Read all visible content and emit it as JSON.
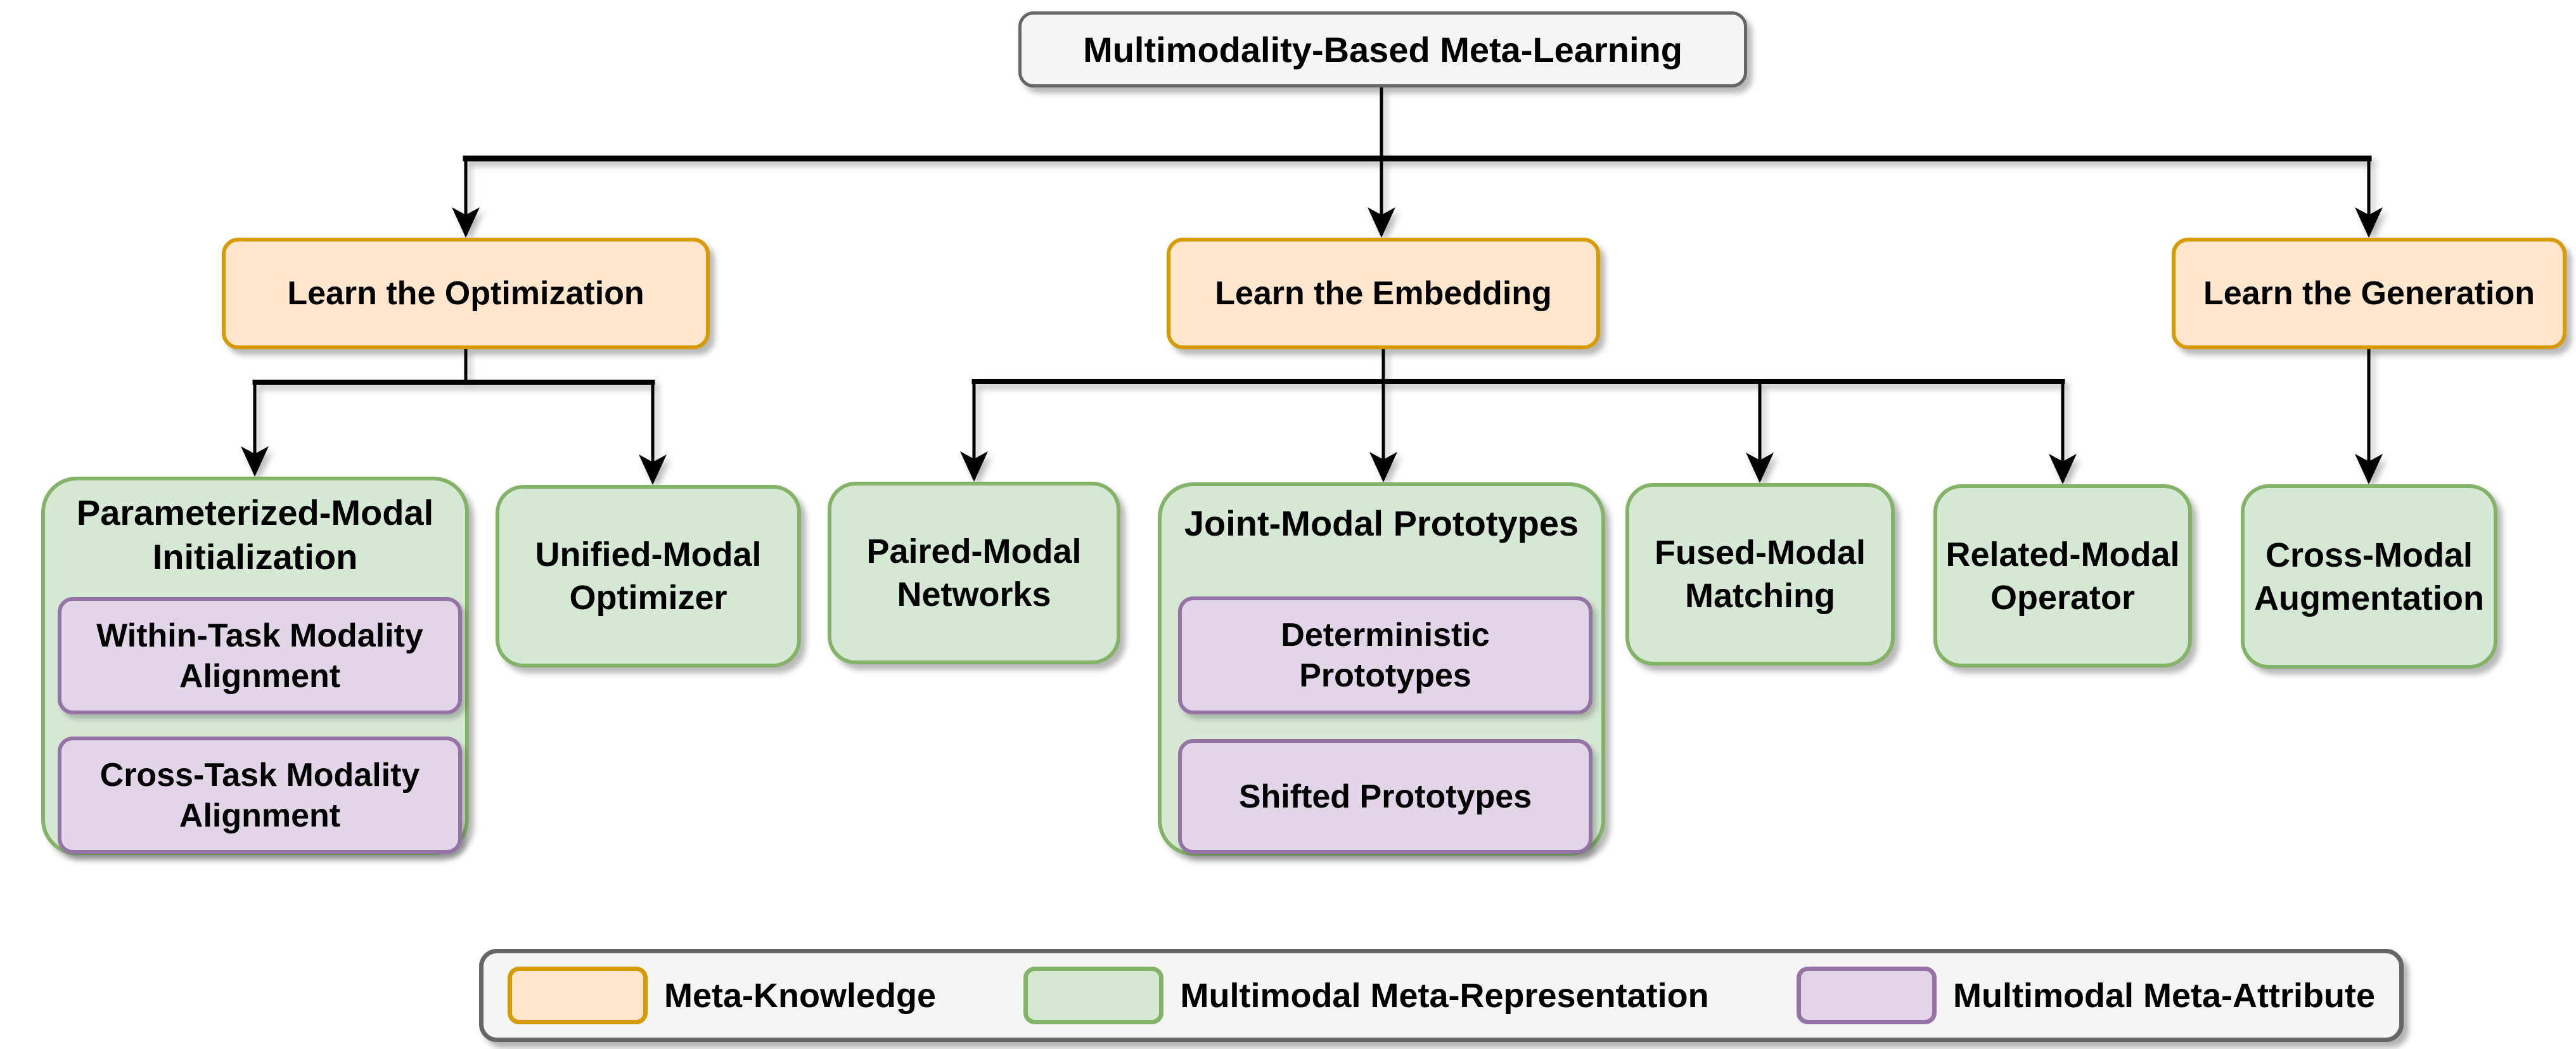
{
  "diagram": {
    "root_label": "Multimodality-Based Meta-Learning",
    "branches": [
      {
        "label": "Learn the Optimization",
        "children": [
          {
            "label": "Parameterized-Modal\nInitialization",
            "children": [
              "Within-Task Modality\nAlignment",
              "Cross-Task Modality\nAlignment"
            ]
          },
          {
            "label": "Unified-Modal\nOptimizer"
          }
        ]
      },
      {
        "label": "Learn the Embedding",
        "children": [
          {
            "label": "Paired-Modal\nNetworks"
          },
          {
            "label": "Joint-Modal Prototypes",
            "children": [
              "Deterministic\nPrototypes",
              "Shifted Prototypes"
            ]
          },
          {
            "label": "Fused-Modal\nMatching"
          },
          {
            "label": "Related-Modal\nOperator"
          }
        ]
      },
      {
        "label": "Learn the Generation",
        "children": [
          {
            "label": "Cross-Modal\nAugmentation"
          }
        ]
      }
    ],
    "legend": {
      "items": [
        {
          "swatch": "meta-knowledge",
          "label": "Meta-Knowledge"
        },
        {
          "swatch": "multimodal-meta-representation",
          "label": "Multimodal Meta-Representation"
        },
        {
          "swatch": "multimodal-meta-attribute",
          "label": "Multimodal Meta-Attribute"
        }
      ]
    },
    "colors": {
      "meta_knowledge_fill": "#FFE6CC",
      "meta_knowledge_border": "#D79B00",
      "meta_representation_fill": "#D5E8D4",
      "meta_representation_border": "#82B366",
      "meta_attribute_fill": "#E1D5E7",
      "meta_attribute_border": "#9673A6",
      "root_fill": "#F5F5F5",
      "root_border": "#666666",
      "line_color": "#000000"
    }
  }
}
